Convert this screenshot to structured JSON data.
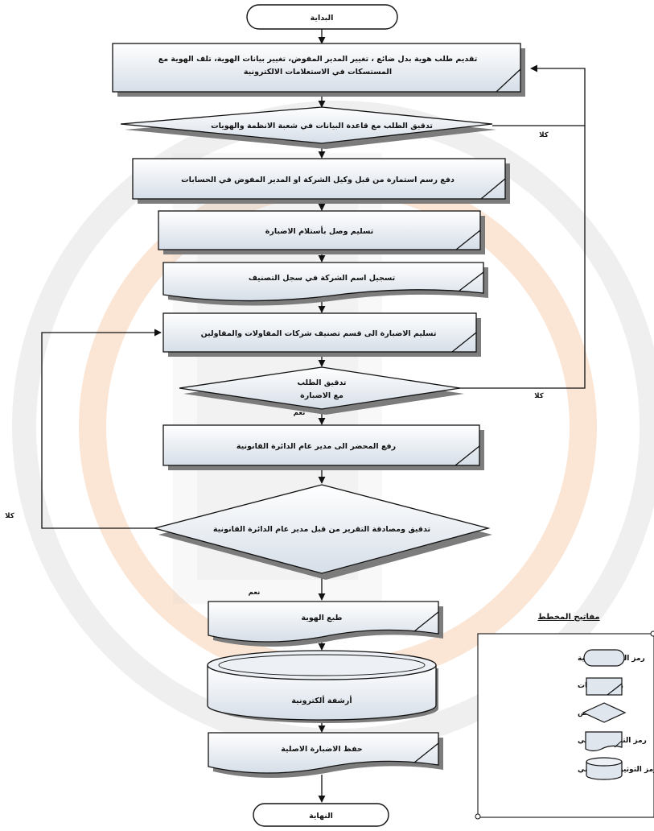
{
  "flowchart": {
    "start": "البداية",
    "end": "النهاية",
    "steps": {
      "s1_line1": "تقديم طلب هوية بدل ضائع ، تغيير المدير المفوض، تغيير بيانات الهوية، تلف الهوية مع",
      "s1_line2": "المستسكات في الاستعلامات الالكترونية",
      "d1": "تدقيق الطلب مع قاعدة البيانات في شعبة الانظمة والهويات",
      "s2": "دفع رسم استمارة من قبل وكيل الشركة او المدير المفوض في الحسابات",
      "s3": "تسليم وصل بأستلام الاضبارة",
      "s4": "تسجيل اسم الشركة في سجل التصنيف",
      "s5": "تسليم الاضبارة الى قسم تصنيف شركات المقاولات والمقاولين",
      "d2_line1": "تدقيق الطلب",
      "d2_line2": "مع الاضبارة",
      "s6": "رفع المحضر الى مدير عام الدائرة القانونية",
      "d3": "تدقيق ومصادقة التقرير من قبل مدير عام الدائرة القانونية",
      "s7": "طبع الهوية",
      "db": "أرشفة ألكترونية",
      "s8": "حفظ الاضبارة الاصلية"
    },
    "labels": {
      "no1": "كلا",
      "no2": "كلا",
      "no3": "كلا",
      "yes1": "نعم",
      "yes2": "نعم"
    }
  },
  "legend": {
    "title": "مفاتيح المخطط",
    "items": [
      {
        "label": "رمز البداية والنهاية",
        "icon": "terminator-icon"
      },
      {
        "label": "رمز العمليات",
        "icon": "process-icon"
      },
      {
        "label": "رمز فحص",
        "icon": "decision-icon"
      },
      {
        "label": "رمز التوثيق الورقي",
        "icon": "document-icon"
      },
      {
        "label": "رمز التوثيق الالكتروني",
        "icon": "database-icon"
      }
    ]
  },
  "colors": {
    "box_fill": "#dfe6ee",
    "stroke": "#111111",
    "shadow": "#7a7a7a",
    "watermark_orange": "#f6c7a6",
    "watermark_gray": "#e6e6e6"
  }
}
